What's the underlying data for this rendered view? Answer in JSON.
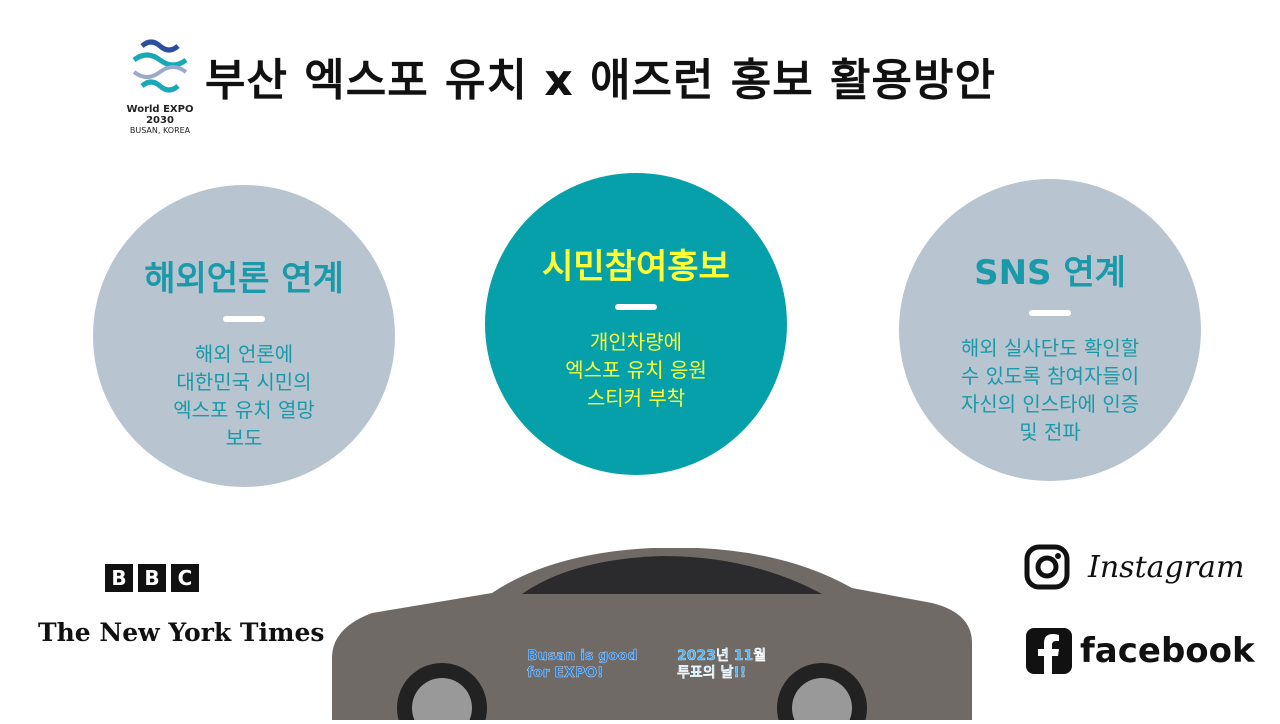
{
  "title": "부산 엑스포 유치 x 애즈런 홍보 활용방안",
  "logo": {
    "line1": "World EXPO 2030",
    "line2": "BUSAN, KOREA"
  },
  "circles": [
    {
      "heading": "해외언론 연계",
      "body": "해외 언론에\n대한민국 시민의\n엑스포 유치 열망\n보도"
    },
    {
      "heading": "시민참여홍보",
      "body": "개인차량에\n엑스포 유치 응원\n스티커 부착"
    },
    {
      "heading": "SNS 연계",
      "body": "해외 실사단도 확인할\n수 있도록 참여자들이\n자신의 인스타에 인증\n및 전파"
    }
  ],
  "media": {
    "bbc": [
      "B",
      "B",
      "C"
    ],
    "nyt": "The New York Times"
  },
  "social": {
    "instagram": "Instagram",
    "facebook": "facebook"
  },
  "car": {
    "sticker1": "Busan is good\nfor EXPO!",
    "sticker2": "2023년 11월\n투표의 날!!"
  }
}
